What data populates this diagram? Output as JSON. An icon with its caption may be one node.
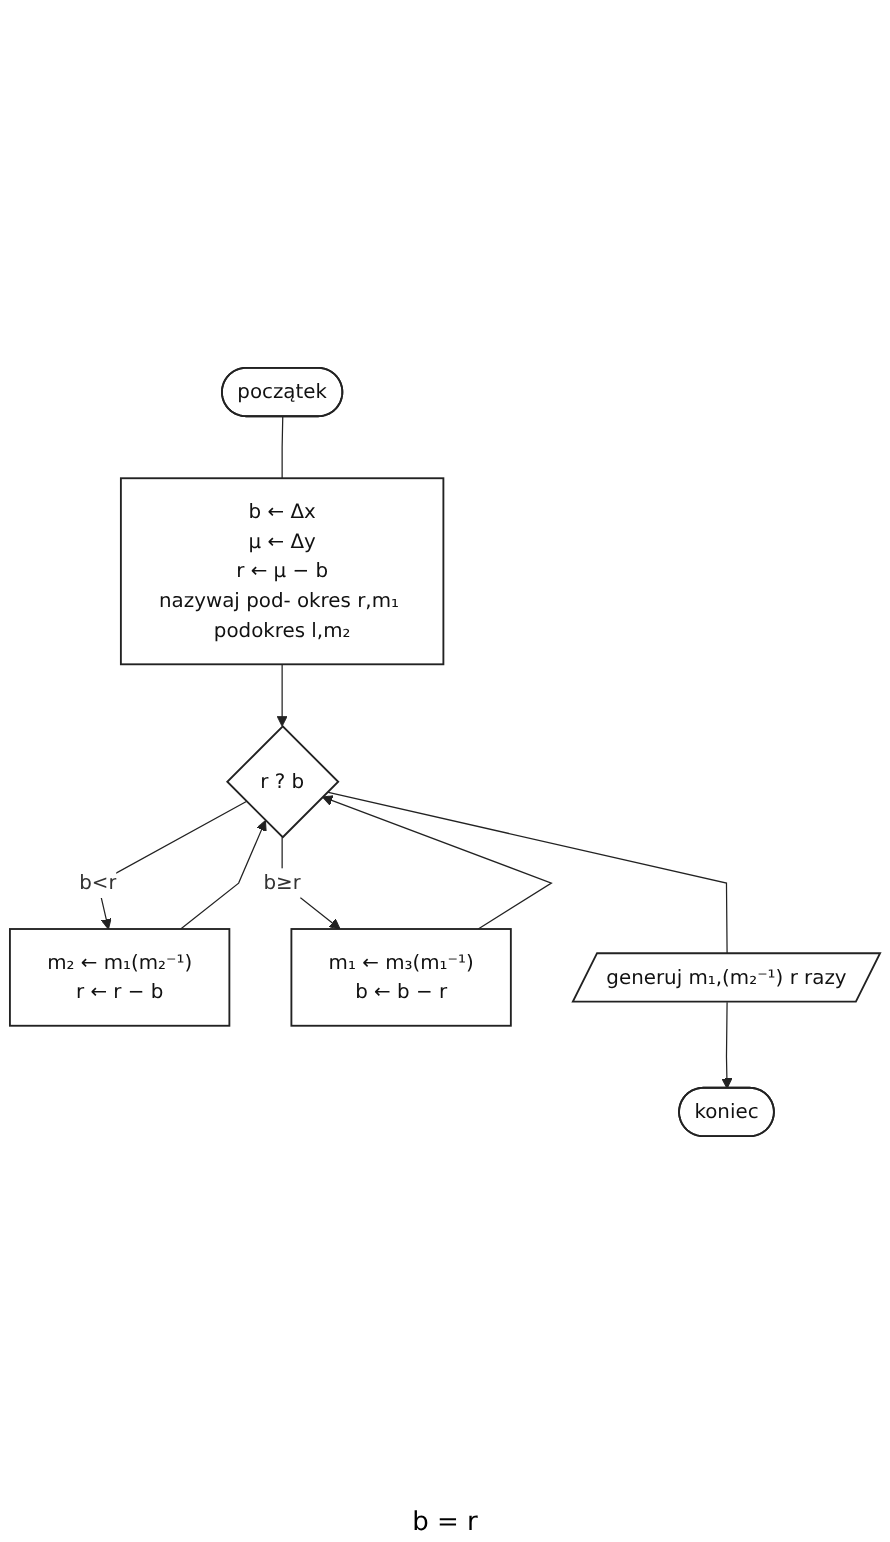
{
  "diagram": {
    "nodes": [
      {
        "text": [
          "początek"
        ]
      },
      {
        "text": [
          "b ← Δx",
          "µ ← Δy",
          "r ← µ − b",
          "nazywaj pod- okres r,m₁ podokres l,m₂"
        ]
      },
      {
        "text": [
          "r ? b"
        ]
      },
      {
        "text": [
          "m₂ ← m₁(m₂⁻¹)",
          "r ← r − b"
        ]
      },
      {
        "text": [
          "m₁ ← m₃(m₁⁻¹)",
          "b ← b − r"
        ]
      },
      {
        "text": [
          "generuj m₁,(m₂⁻¹) r razy"
        ]
      },
      {
        "text": [
          "koniec"
        ]
      }
    ],
    "edges": [
      {
        "from": 0,
        "to": 1,
        "arrow": "none"
      },
      {
        "from": 1,
        "to": 2,
        "arrow": "to"
      },
      {
        "from": 2,
        "to": 3,
        "label": "b<r",
        "arrow": "to"
      },
      {
        "from": 2,
        "to": 4,
        "label": "b≥r",
        "arrow": "to"
      },
      {
        "from": 3,
        "to": 2,
        "arrow": "to"
      },
      {
        "from": 4,
        "to": 2,
        "arrow": "to"
      },
      {
        "from": 2,
        "to": 5,
        "arrow": "none"
      },
      {
        "from": 5,
        "to": 6,
        "arrow": "to"
      }
    ],
    "labels": [
      "b = r"
    ]
  }
}
